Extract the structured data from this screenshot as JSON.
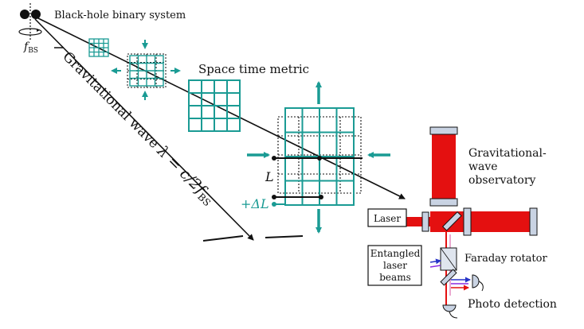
{
  "labels": {
    "system": "Black-hole binary system",
    "f_main": "f",
    "f_sub": "BS",
    "wave_prefix": "Gravitational wave ",
    "wave_formula": "λ = c/2f",
    "wave_sub": "BS",
    "metric": "Space time metric",
    "L": "L",
    "dL": "+ΔL",
    "observatory": [
      "Gravitational-",
      "wave",
      "observatory"
    ],
    "laser": "Laser",
    "entangled": [
      "Entangled",
      "laser",
      "beams"
    ],
    "faraday": "Faraday rotator",
    "photo": "Photo detection"
  },
  "colors": {
    "teal": "#1a9b94",
    "laser_red": "#e41010",
    "mirror": "#c9d3e3",
    "ink": "#111111"
  }
}
